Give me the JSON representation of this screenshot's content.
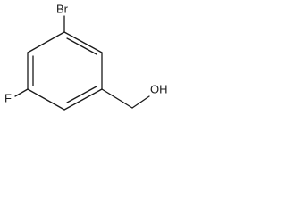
{
  "molecule": {
    "atoms": {
      "bromine": "Br",
      "fluorine": "F",
      "hydroxyl": "OH"
    }
  }
}
